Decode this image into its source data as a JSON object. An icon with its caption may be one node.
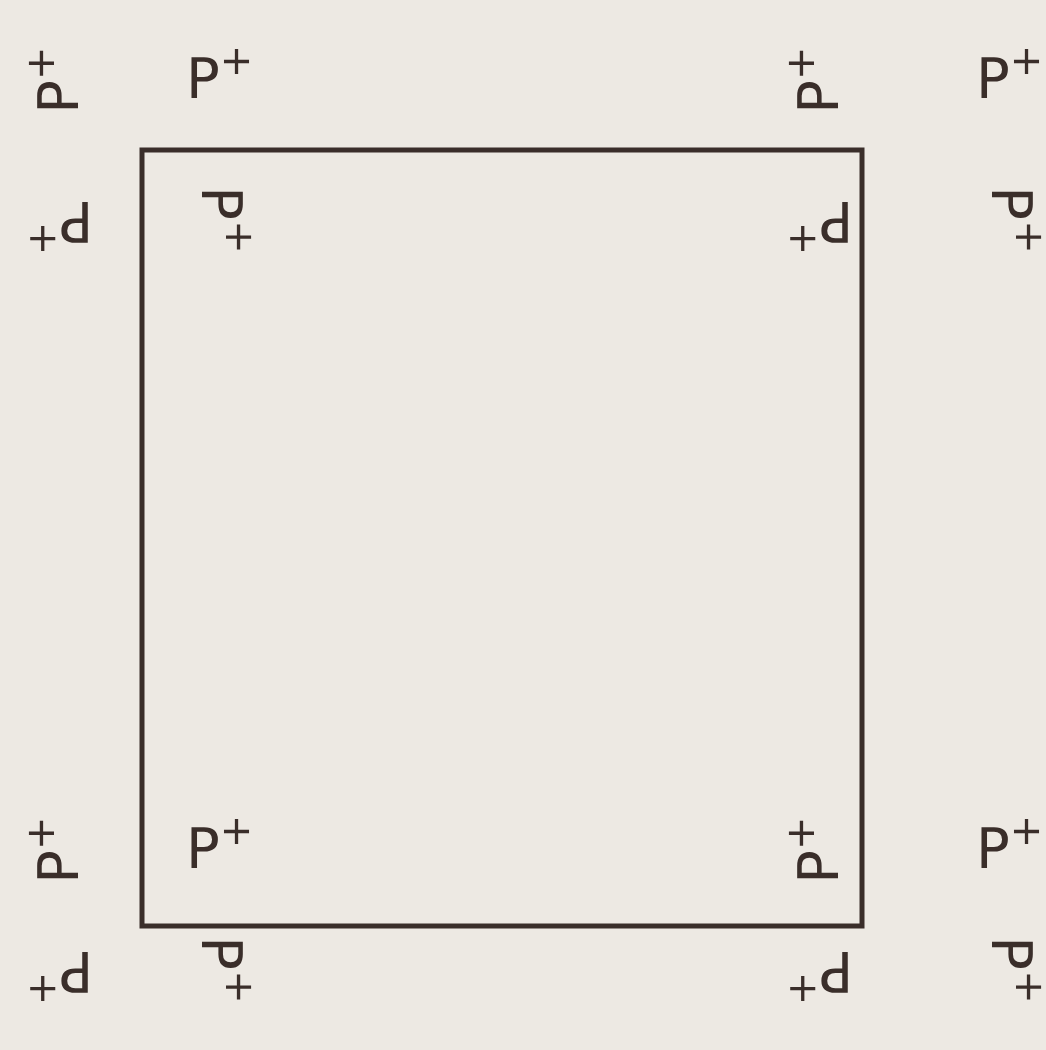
{
  "diagram": {
    "labels": [
      "P$^{+}$",
      "P$^{+}$",
      "P$^{+}$",
      "P$^{+}$",
      "P$^{+}$",
      "P$^{+}$",
      "P$^{+}$",
      "P$^{+}$",
      "P$^{+}$",
      "P$^{+}$",
      "P$^{+}$",
      "P$^{+}$",
      "P$^{+}$",
      "P$^{+}$",
      "P$^{+}$",
      "P$^{+}$"
    ]
  }
}
